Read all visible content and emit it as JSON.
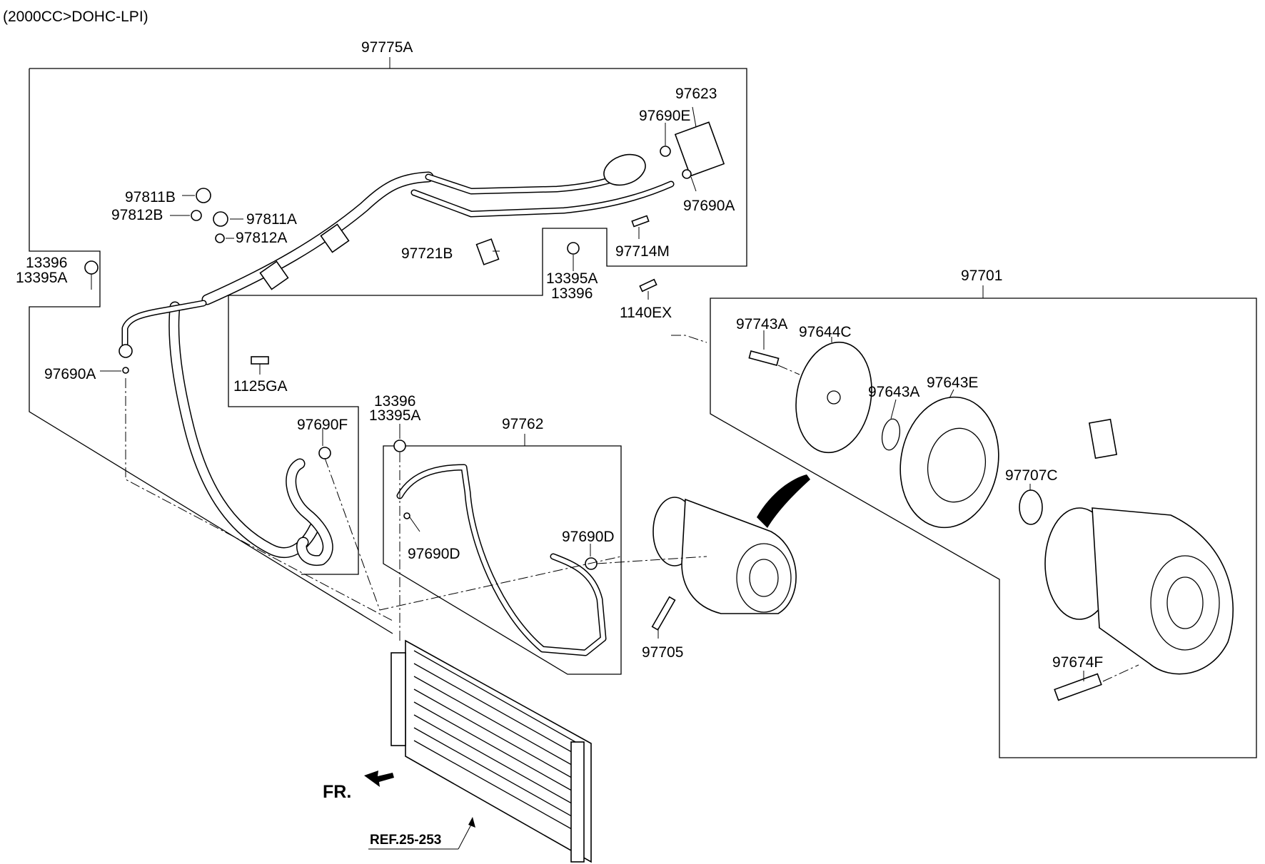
{
  "header": {
    "engine_spec": "(2000CC>DOHC-LPI)"
  },
  "assemblies": {
    "discharge_suction_hose_assy": "97775A",
    "compressor_assy": "97701",
    "liquid_tube": "97762"
  },
  "labels": {
    "p97623": "97623",
    "p97690E": "97690E",
    "p97690A_top": "97690A",
    "p97714M": "97714M",
    "p1140EX": "1140EX",
    "p97721B": "97721B",
    "p13395A_mid": "13395A",
    "p13396_mid": "13396",
    "p97811B": "97811B",
    "p97812B": "97812B",
    "p97811A": "97811A",
    "p97812A": "97812A",
    "p13396_left": "13396",
    "p13395A_left": "13395A",
    "p97690A_left": "97690A",
    "p1125GA": "1125GA",
    "p97690F": "97690F",
    "p13396_low": "13396",
    "p13395A_low": "13395A",
    "p97690D_a": "97690D",
    "p97690D_b": "97690D",
    "p97705": "97705",
    "p97743A": "97743A",
    "p97644C": "97644C",
    "p97643A": "97643A",
    "p97643E": "97643E",
    "p97707C": "97707C",
    "p97674F": "97674F"
  },
  "fr_arrow": {
    "label": "FR."
  },
  "reference": {
    "label": "REF.25-253"
  }
}
